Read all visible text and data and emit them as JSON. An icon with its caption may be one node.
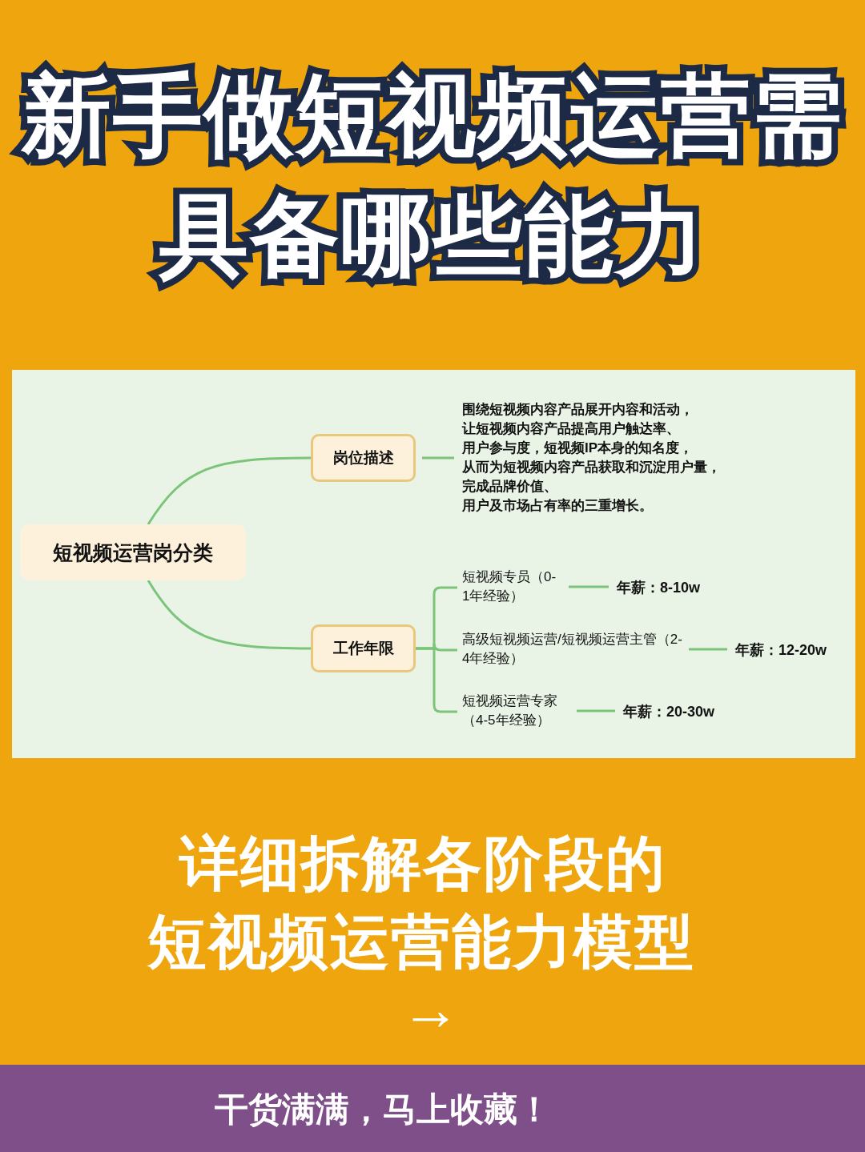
{
  "diagram": {
    "title": "新手做短视频运营需具备哪些能力",
    "nodes": [
      {
        "text": [
          "短视频运营岗分类"
        ]
      },
      {
        "text": [
          "岗位描述"
        ]
      },
      {
        "text": [
          "围绕短视频内容产品展开内容和活动，让短视频内容产品提高用户触达率、用户参与度，短视频IP本身的知名度，从而为短视频内容产品获取和沉淀用户量，完成品牌价值、用户及市场占有率的三重增长。"
        ]
      },
      {
        "text": [
          "工作年限"
        ]
      },
      {
        "text": [
          "短视频专员（0-1年经验）"
        ]
      },
      {
        "text": [
          "年薪：8-10w"
        ]
      },
      {
        "text": [
          "高级短视频运营/短视频运营主管（2-4年经验）"
        ]
      },
      {
        "text": [
          "年薪：12-20w"
        ]
      },
      {
        "text": [
          "短视频运营专家（4-5年经验）"
        ]
      },
      {
        "text": [
          "年薪：20-30w"
        ]
      }
    ],
    "edges": [
      {
        "from": 0,
        "to": 1,
        "arrow": "none"
      },
      {
        "from": 1,
        "to": 2,
        "arrow": "none"
      },
      {
        "from": 0,
        "to": 3,
        "arrow": "none"
      },
      {
        "from": 3,
        "to": 4,
        "arrow": "none"
      },
      {
        "from": 3,
        "to": 6,
        "arrow": "none"
      },
      {
        "from": 3,
        "to": 8,
        "arrow": "none"
      },
      {
        "from": 4,
        "to": 5,
        "arrow": "none"
      },
      {
        "from": 6,
        "to": 7,
        "arrow": "none"
      },
      {
        "from": 8,
        "to": 9,
        "arrow": "none"
      }
    ],
    "labels": [
      "详细拆解各阶段的",
      "短视频运营能力模型",
      "→",
      "干货满满，马上收藏！"
    ]
  }
}
